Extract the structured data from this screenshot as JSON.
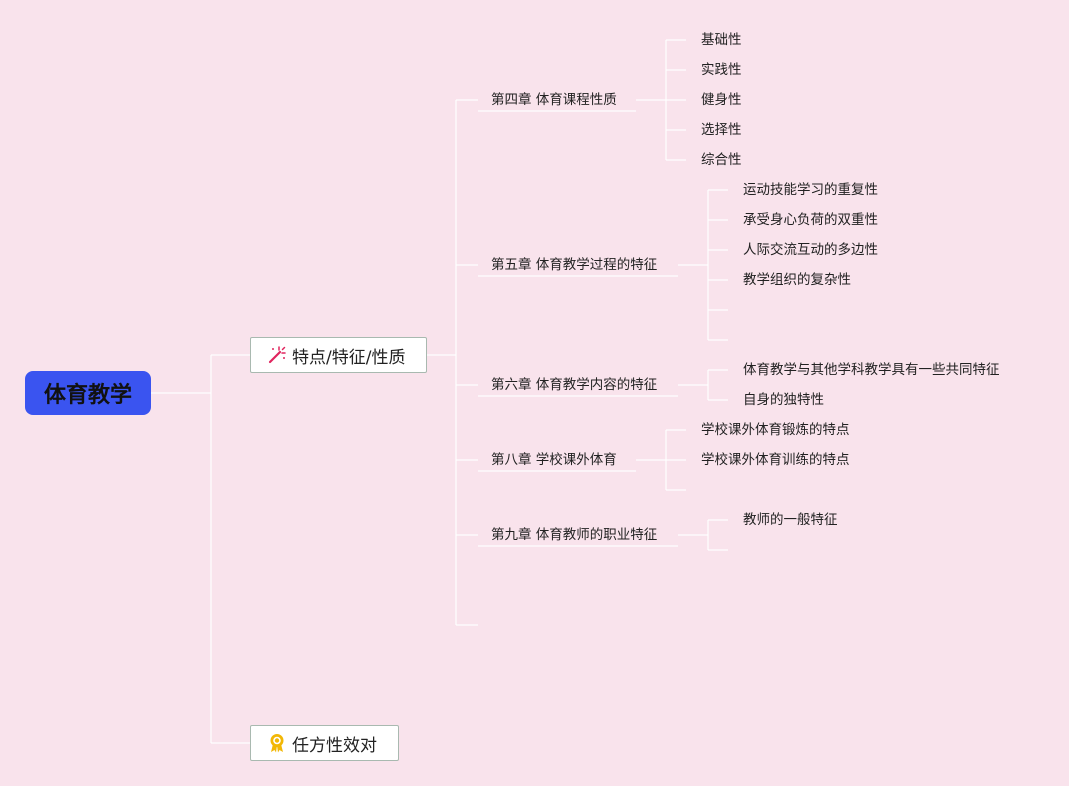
{
  "root": {
    "title": "体育教学"
  },
  "branches": [
    {
      "label": "特点/特征/性质",
      "icon": "magic-wand-icon",
      "chapters": [
        {
          "label": "第四章 体育课程性质",
          "items": [
            "基础性",
            "实践性",
            "健身性",
            "选择性",
            "综合性"
          ]
        },
        {
          "label": "第五章 体育教学过程的特征",
          "items": [
            "运动技能学习的重复性",
            "承受身心负荷的双重性",
            "人际交流互动的多边性",
            "教学组织的复杂性",
            ""
          ]
        },
        {
          "label": "第六章 体育教学内容的特征",
          "items": [
            "体育教学与其他学科教学具有一些共同特征",
            "自身的独特性"
          ]
        },
        {
          "label": "第八章 学校课外体育",
          "items": [
            "学校课外体育锻炼的特点",
            "学校课外体育训练的特点",
            ""
          ]
        },
        {
          "label": "第九章 体育教师的职业特征",
          "items": [
            "教师的一般特征",
            ""
          ]
        }
      ]
    },
    {
      "label": "任方性效对",
      "icon": "award-ribbon-icon"
    }
  ],
  "colors": {
    "background": "#f9e3ec",
    "root_fill": "#3a54f0",
    "connector": "#ffffff",
    "box_border": "#a9b9b0",
    "wand_icon": "#e0245e",
    "award_icon": "#f2b705"
  }
}
